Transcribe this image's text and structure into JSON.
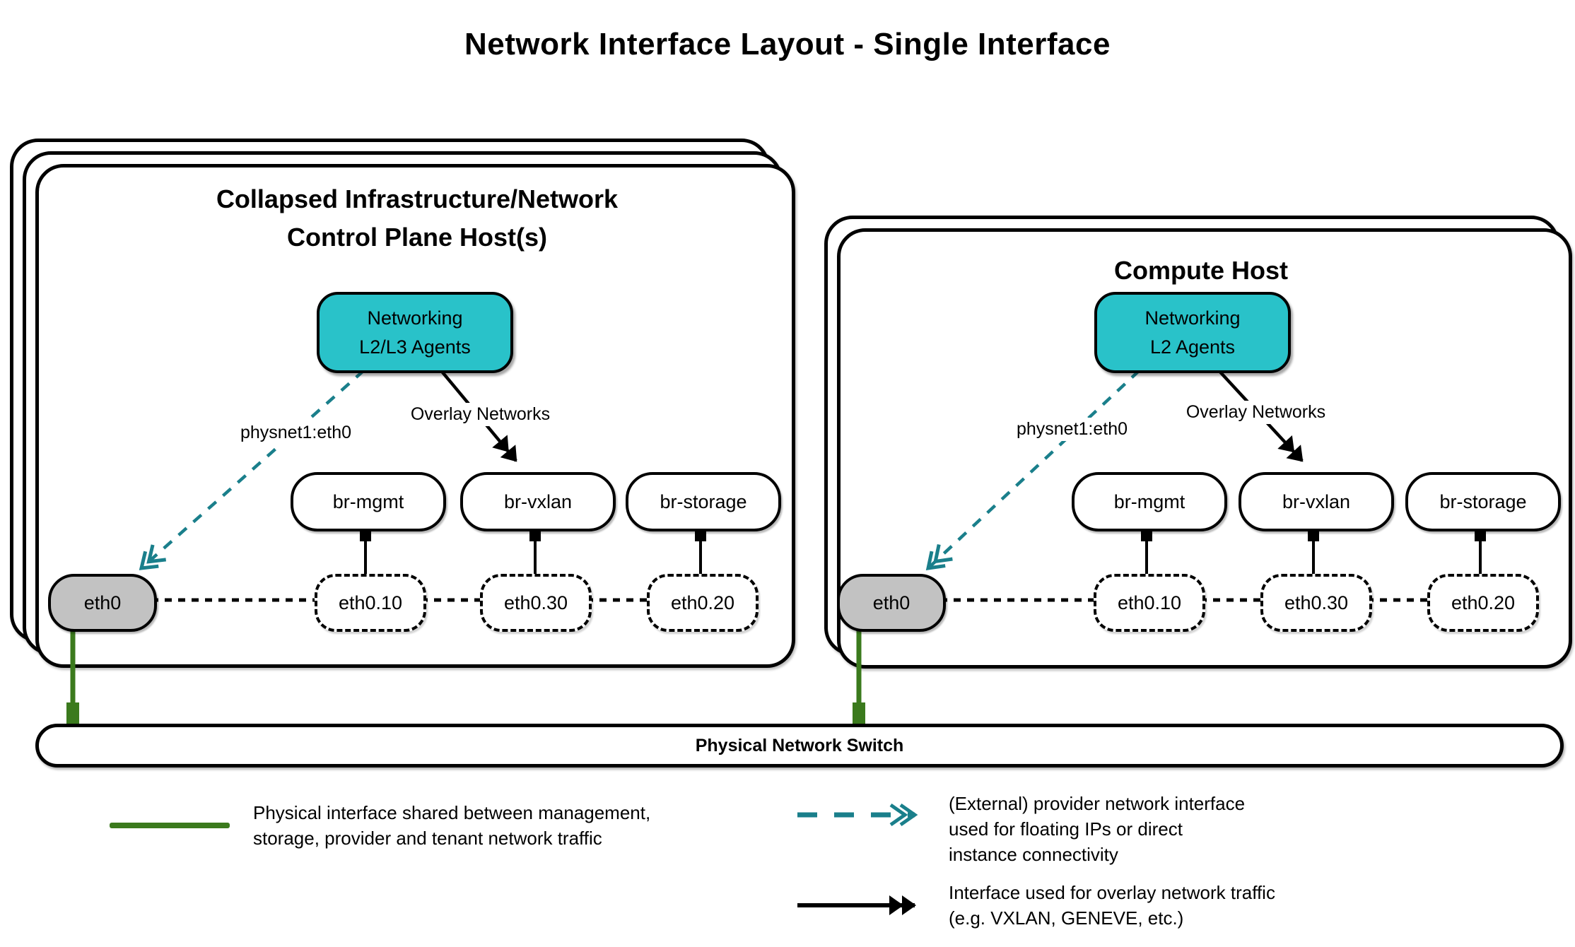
{
  "title": "Network Interface Layout - Single Interface",
  "colors": {
    "agent_fill": "#29c2c9",
    "provider_line": "#1a7f8b",
    "physical_line_green": "#3b7a1d",
    "physical_if_fill": "#c2c2c2",
    "line_black": "#000000"
  },
  "hosts": [
    {
      "title": "Collapsed Infrastructure/Network\nControl Plane Host(s)",
      "agent_label": "Networking\nL2/L3 Agents",
      "provider_edge_label": "physnet1:eth0",
      "overlay_edge_label": "Overlay Networks",
      "bridges": [
        "br-mgmt",
        "br-vxlan",
        "br-storage"
      ],
      "physical_interface": "eth0",
      "vlan_interfaces": [
        "eth0.10",
        "eth0.30",
        "eth0.20"
      ]
    },
    {
      "title": "Compute Host",
      "agent_label": "Networking\nL2 Agents",
      "provider_edge_label": "physnet1:eth0",
      "overlay_edge_label": "Overlay Networks",
      "bridges": [
        "br-mgmt",
        "br-vxlan",
        "br-storage"
      ],
      "physical_interface": "eth0",
      "vlan_interfaces": [
        "eth0.10",
        "eth0.30",
        "eth0.20"
      ]
    }
  ],
  "switch": {
    "label": "Physical Network Switch"
  },
  "legend": [
    {
      "swatch": "green-solid-line",
      "text": "Physical interface shared between management,\nstorage, provider and tenant network traffic"
    },
    {
      "swatch": "teal-dashed-double-arrow",
      "text": "(External) provider network interface\nused for floating IPs or direct\ninstance connectivity"
    },
    {
      "swatch": "black-solid-double-arrow",
      "text": "Interface used for overlay network traffic\n(e.g. VXLAN, GENEVE, etc.)"
    }
  ]
}
